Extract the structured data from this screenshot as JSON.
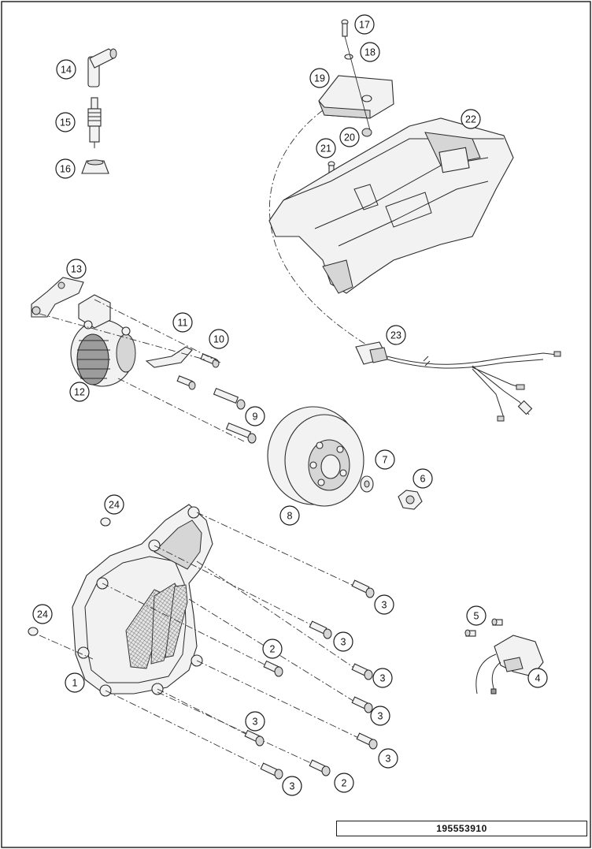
{
  "diagram": {
    "document_number": "195553910",
    "callouts": [
      {
        "id": "c1",
        "label": "1"
      },
      {
        "id": "c2a",
        "label": "2"
      },
      {
        "id": "c2b",
        "label": "2"
      },
      {
        "id": "c3a",
        "label": "3"
      },
      {
        "id": "c3b",
        "label": "3"
      },
      {
        "id": "c3c",
        "label": "3"
      },
      {
        "id": "c3d",
        "label": "3"
      },
      {
        "id": "c3e",
        "label": "3"
      },
      {
        "id": "c3f",
        "label": "3"
      },
      {
        "id": "c3g",
        "label": "3"
      },
      {
        "id": "c4",
        "label": "4"
      },
      {
        "id": "c5",
        "label": "5"
      },
      {
        "id": "c6",
        "label": "6"
      },
      {
        "id": "c7",
        "label": "7"
      },
      {
        "id": "c8",
        "label": "8"
      },
      {
        "id": "c9",
        "label": "9"
      },
      {
        "id": "c10",
        "label": "10"
      },
      {
        "id": "c11",
        "label": "11"
      },
      {
        "id": "c12",
        "label": "12"
      },
      {
        "id": "c13",
        "label": "13"
      },
      {
        "id": "c14",
        "label": "14"
      },
      {
        "id": "c15",
        "label": "15"
      },
      {
        "id": "c16",
        "label": "16"
      },
      {
        "id": "c17",
        "label": "17"
      },
      {
        "id": "c18",
        "label": "18"
      },
      {
        "id": "c19",
        "label": "19"
      },
      {
        "id": "c20",
        "label": "20"
      },
      {
        "id": "c21",
        "label": "21"
      },
      {
        "id": "c22",
        "label": "22"
      },
      {
        "id": "c23",
        "label": "23"
      },
      {
        "id": "c24a",
        "label": "24"
      },
      {
        "id": "c24b",
        "label": "24"
      }
    ]
  }
}
